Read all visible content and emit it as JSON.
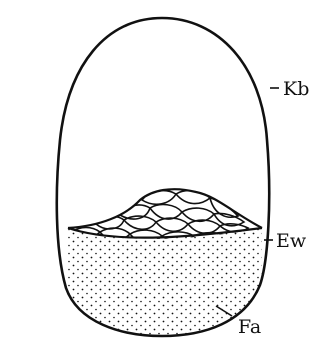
{
  "labels": {
    "kb": "Kb",
    "ew": "Ew",
    "fa": "Fa"
  },
  "colors": {
    "ink": "#111111",
    "paper": "#ffffff"
  }
}
